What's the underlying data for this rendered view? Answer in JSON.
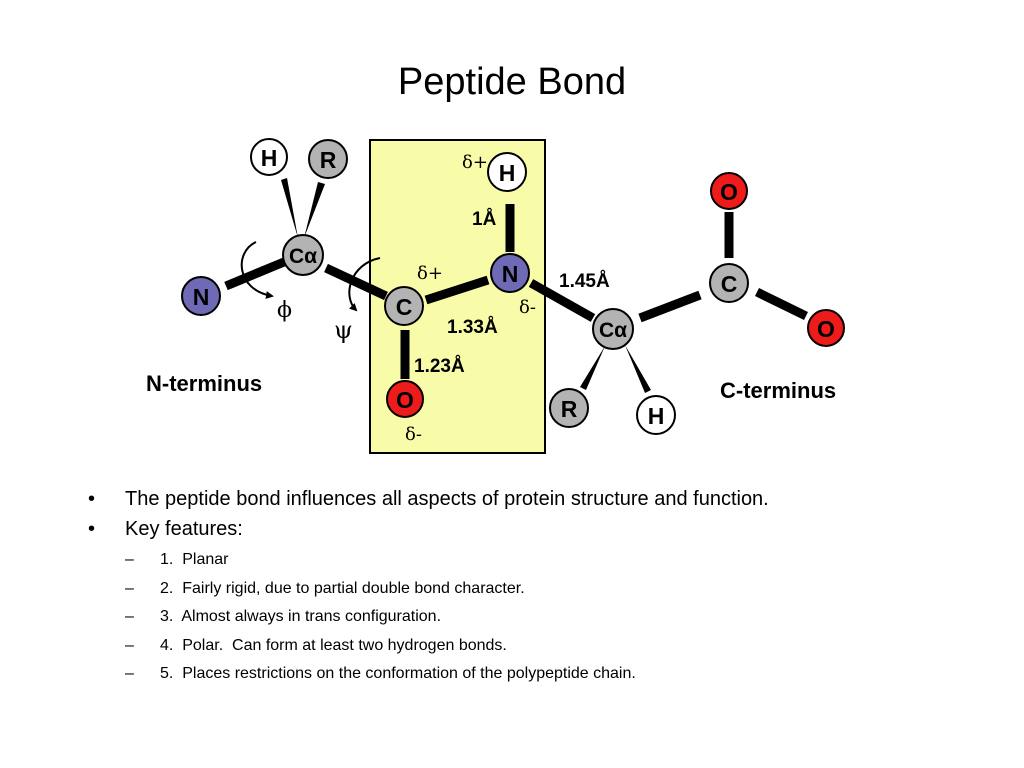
{
  "title": "Peptide Bond",
  "diagram": {
    "highlight_color": "#f8fba8",
    "atom_colors": {
      "carbon": "#b3b3b3",
      "nitrogen": "#6e6ab5",
      "oxygen": "#ee1b1b",
      "hydrogen": "#ffffff"
    },
    "atoms": {
      "n_left": "N",
      "h_top": "H",
      "r_top": "R",
      "ca_left": "Cα",
      "c_carbonyl": "C",
      "o_carbonyl": "O",
      "n_amide": "N",
      "h_amide": "H",
      "ca_right": "Cα",
      "r_bottom": "R",
      "h_bottom": "H",
      "c_carboxyl": "C",
      "o_carboxyl_top": "O",
      "o_carboxyl_right": "O"
    },
    "bond_lengths": {
      "n_h": "1Å",
      "c_n": "1.33Å",
      "c_o": "1.23Å",
      "n_ca": "1.45Å"
    },
    "charges": {
      "h_amide": "δ+",
      "c_carbonyl": "δ+",
      "n_amide": "δ-",
      "o_carbonyl": "δ-"
    },
    "angles": {
      "phi": "ϕ",
      "psi": "ψ"
    },
    "n_terminus": "N-terminus",
    "c_terminus": "C-terminus"
  },
  "bullets": [
    {
      "text": "The peptide bond influences all aspects of protein structure and function.",
      "sub": []
    },
    {
      "text": "Key features:",
      "sub": [
        "1.  Planar",
        "2.  Fairly rigid, due to partial double bond character.",
        "3.  Almost always in trans configuration.",
        "4.  Polar.  Can form at least two hydrogen bonds.",
        "5.  Places restrictions on the conformation of the polypeptide chain."
      ]
    }
  ]
}
